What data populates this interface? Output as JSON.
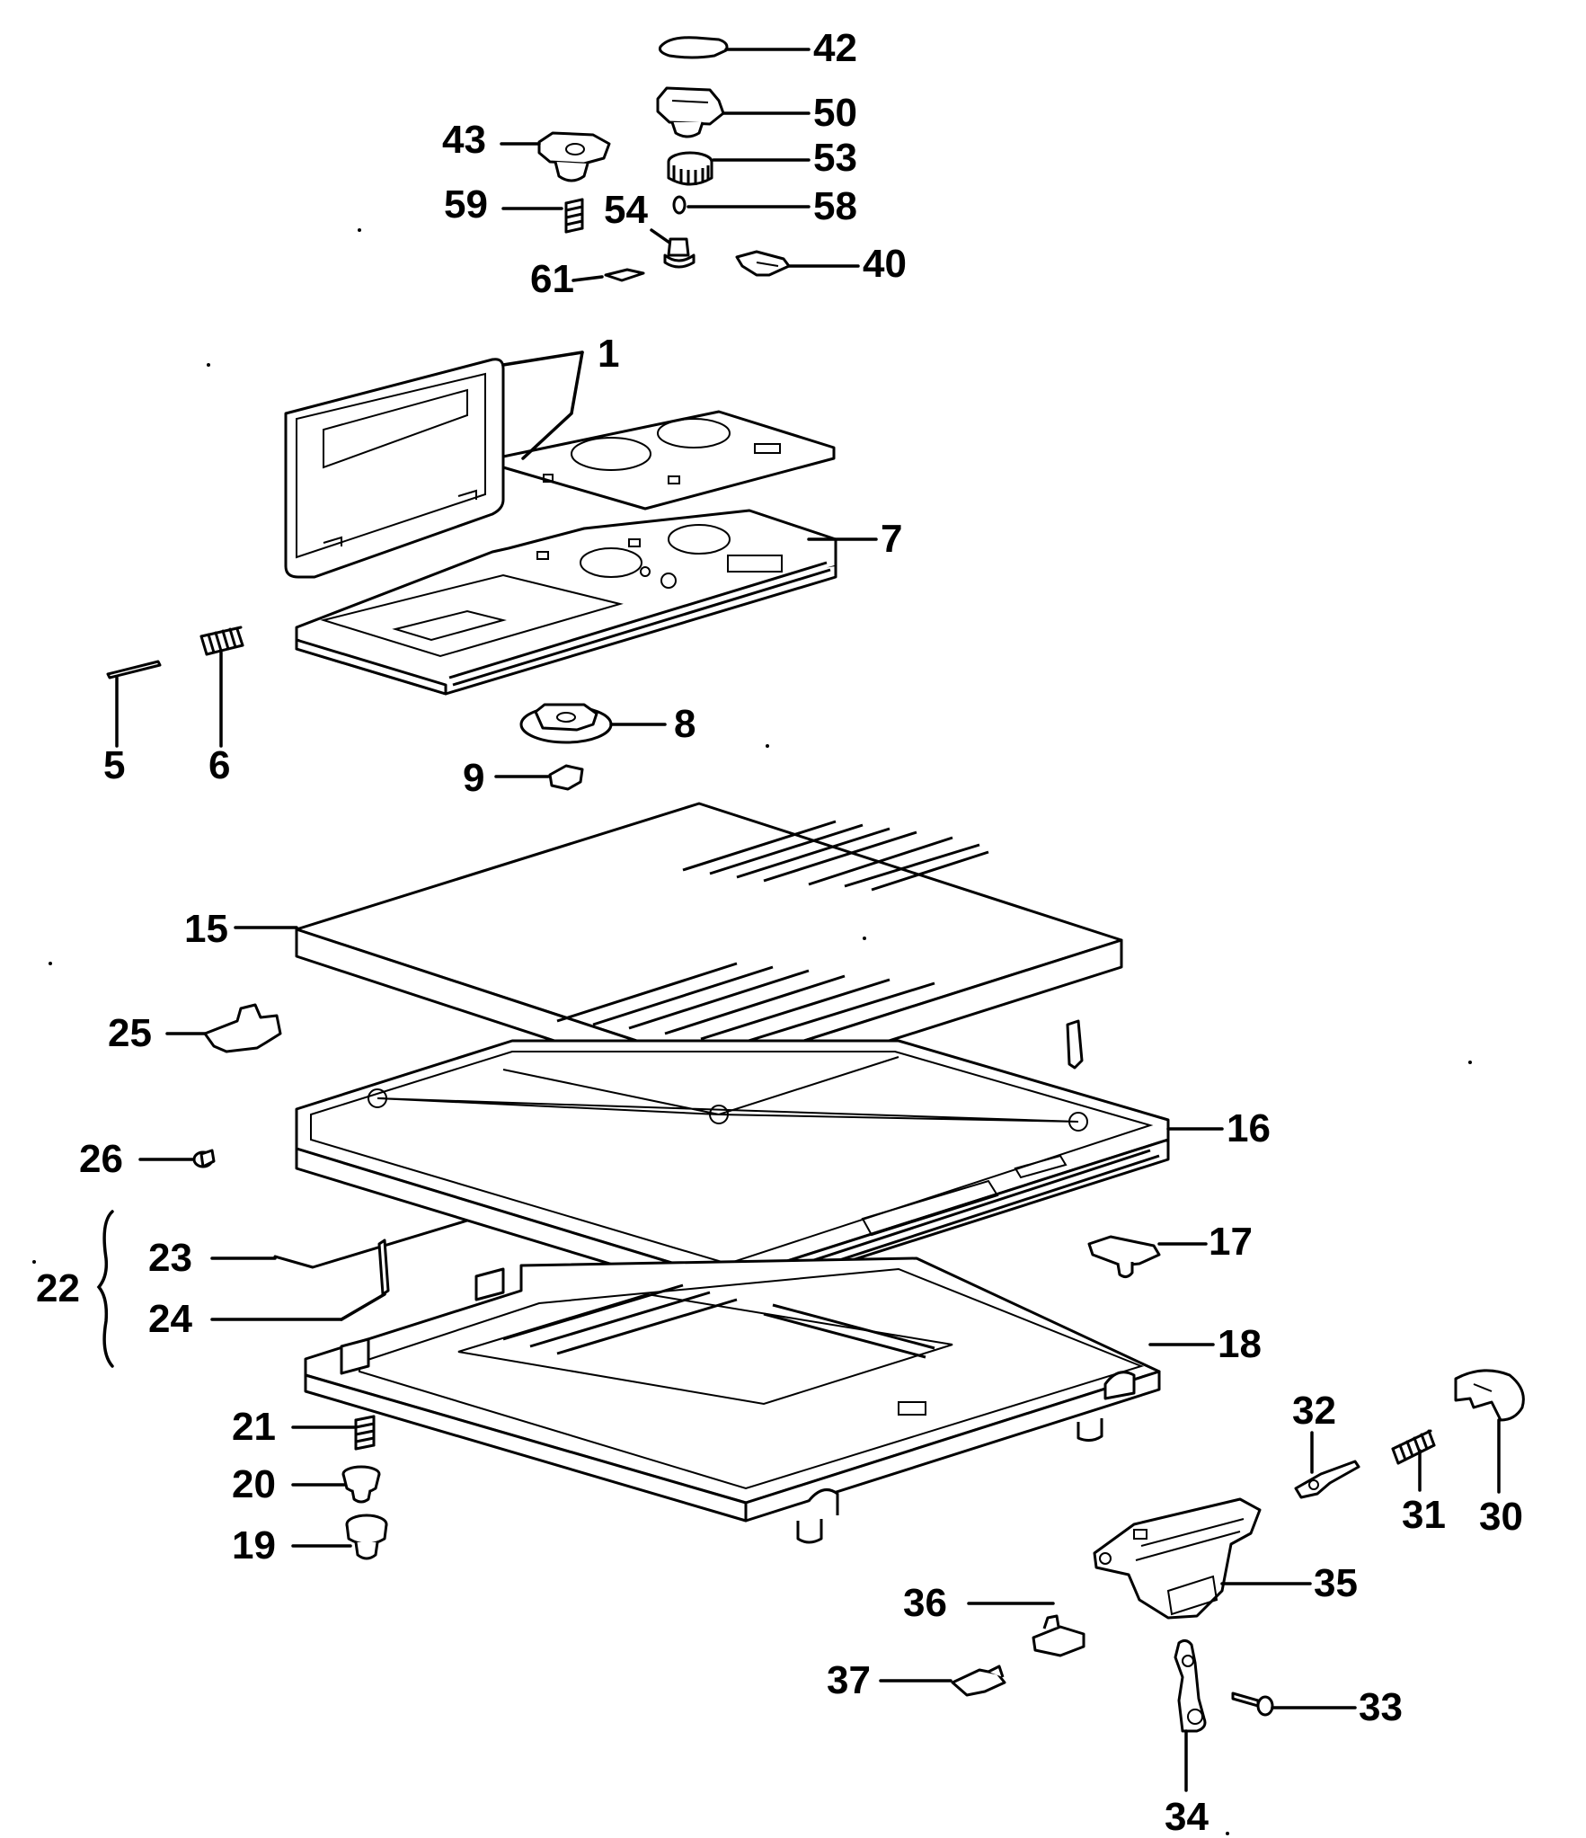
{
  "callouts": {
    "c42": "42",
    "c50": "50",
    "c43": "43",
    "c53": "53",
    "c59": "59",
    "c54": "54",
    "c58": "58",
    "c61": "61",
    "c40": "40",
    "c1": "1",
    "c7": "7",
    "c5": "5",
    "c6": "6",
    "c8": "8",
    "c9": "9",
    "c15": "15",
    "c25": "25",
    "c16": "16",
    "c26": "26",
    "c23": "23",
    "c22": "22",
    "c24": "24",
    "c17": "17",
    "c18": "18",
    "c21": "21",
    "c20": "20",
    "c19": "19",
    "c32": "32",
    "c31": "31",
    "c30": "30",
    "c35": "35",
    "c36": "36",
    "c37": "37",
    "c33": "33",
    "c34": "34"
  }
}
